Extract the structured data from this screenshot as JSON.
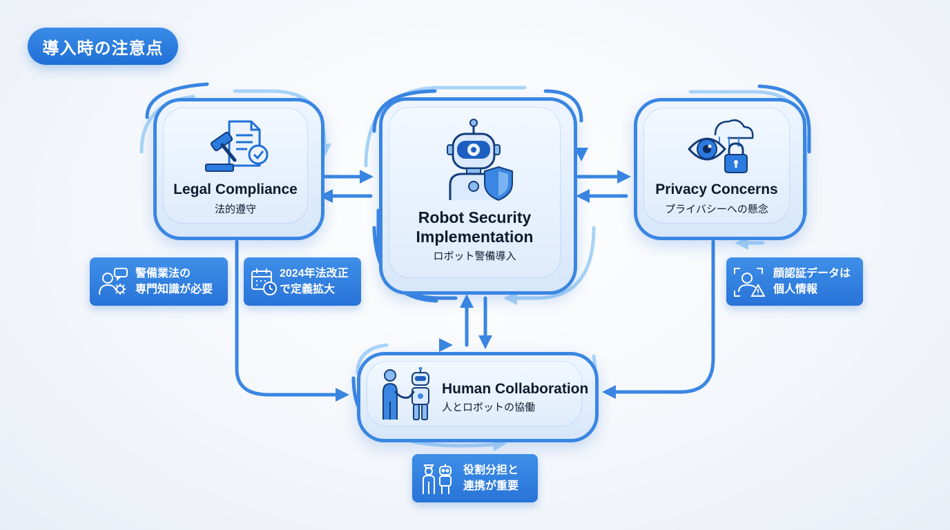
{
  "title": "導入時の注意点",
  "nodes": {
    "legal": {
      "title": "Legal Compliance",
      "subtitle": "法的遵守"
    },
    "center": {
      "title_line1": "Robot Security",
      "title_line2": "Implementation",
      "subtitle": "ロボット警備導入"
    },
    "privacy": {
      "title": "Privacy Concerns",
      "subtitle": "プライバシーへの懸念"
    },
    "human": {
      "title": "Human Collaboration",
      "subtitle": "人とロボットの協働"
    }
  },
  "notes": {
    "expertise": {
      "line1": "警備業法の",
      "line2": "専門知識が必要"
    },
    "law2024": {
      "line1": "2024年法改正",
      "line2": "で定義拡大"
    },
    "faceData": {
      "line1": "顔認証データは",
      "line2": "個人情報"
    },
    "roles": {
      "line1": "役割分担と",
      "line2": "連携が重要"
    }
  },
  "icons": {
    "legal": "gavel-document-check-icon",
    "center": "robot-shield-icon",
    "privacy": "eye-cloud-lock-icon",
    "human": "person-robot-handshake-icon",
    "expertise": "person-gear-chat-icon",
    "law2024": "calendar-clock-icon",
    "faceData": "face-scan-warning-icon",
    "roles": "guard-and-robot-icon"
  },
  "colors": {
    "accent": "#3a86e2",
    "accent_dark": "#1f6fd6",
    "flow_light": "#a9d4f7",
    "text": "#0d1a2e"
  }
}
